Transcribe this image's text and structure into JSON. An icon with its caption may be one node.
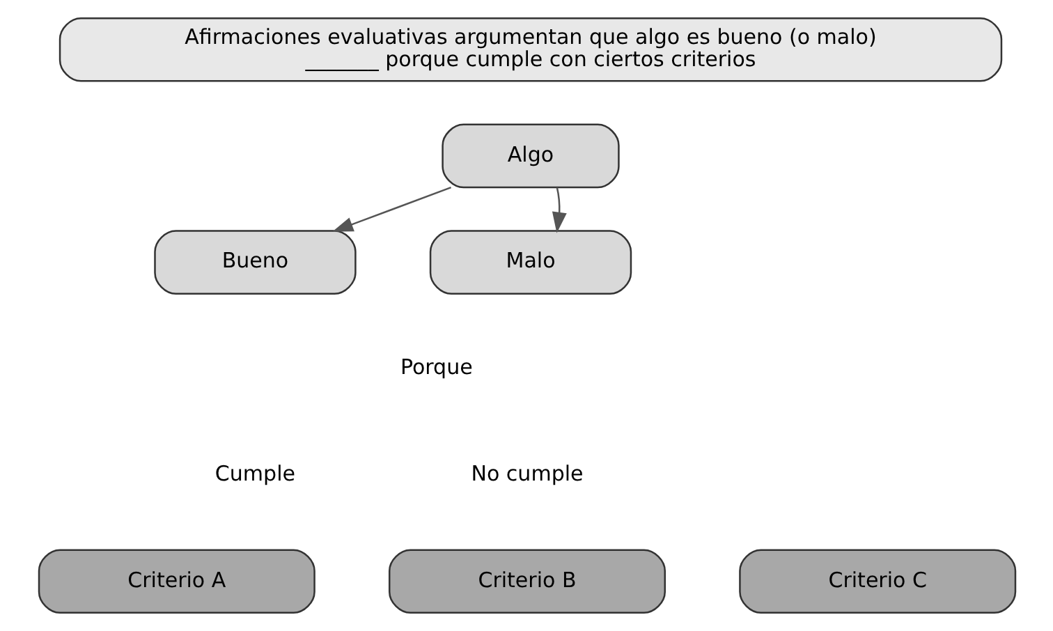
{
  "diagram": {
    "nodes": [
      {
        "text": [
          "Afirmaciones evaluativas argumentan que algo es bueno (o malo) _______ porque cumple con ciertos criterios"
        ]
      },
      {
        "text": [
          "Algo"
        ]
      },
      {
        "text": [
          "Bueno"
        ]
      },
      {
        "text": [
          "Malo"
        ]
      },
      {
        "text": [
          "Criterio A"
        ]
      },
      {
        "text": [
          "Criterio B"
        ]
      },
      {
        "text": [
          "Criterio C"
        ]
      }
    ],
    "edges": [
      {
        "from": 1,
        "to": 2,
        "arrow": "to"
      },
      {
        "from": 1,
        "to": 3,
        "arrow": "to"
      }
    ],
    "labels": [
      "Porque",
      "Cumple",
      "No cumple"
    ]
  }
}
